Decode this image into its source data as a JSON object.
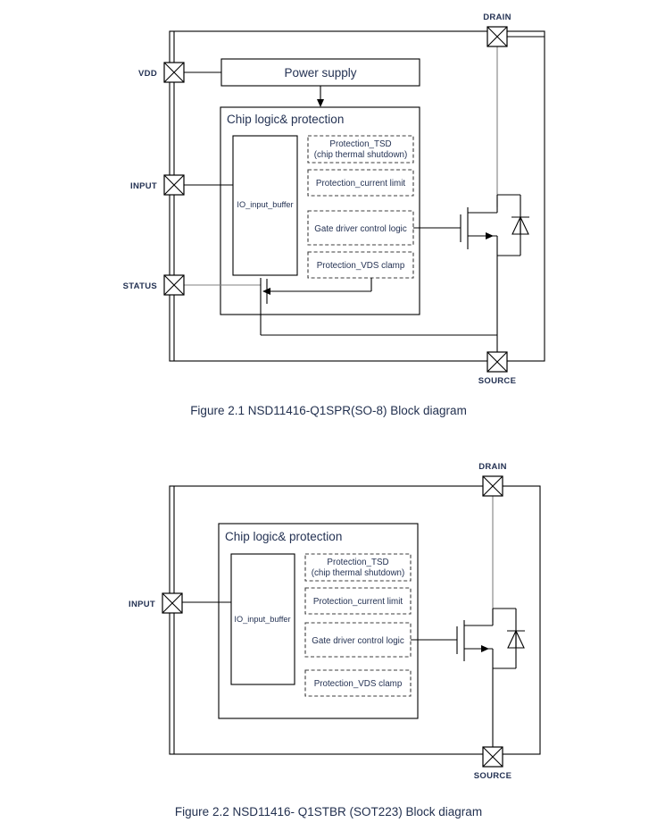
{
  "document": {
    "figures": [
      {
        "id": "fig-2-1",
        "caption": "Figure 2.1 NSD11416-Q1SPR(SO-8) Block diagram",
        "pins": {
          "vdd": "VDD",
          "input": "INPUT",
          "status": "STATUS",
          "drain": "DRAIN",
          "source": "SOURCE"
        },
        "blocks": {
          "power_supply": "Power supply",
          "chip_logic": "Chip logic& protection",
          "io_buffer": "IO_input_buffer",
          "tsd_line1": "Protection_TSD",
          "tsd_line2": "(chip thermal shutdown)",
          "current_limit": "Protection_current limit",
          "gate_driver": "Gate driver control logic",
          "vds_clamp": "Protection_VDS clamp"
        }
      },
      {
        "id": "fig-2-2",
        "caption": "Figure 2.2 NSD11416- Q1STBR (SOT223) Block diagram",
        "pins": {
          "input": "INPUT",
          "drain": "DRAIN",
          "source": "SOURCE"
        },
        "blocks": {
          "chip_logic": "Chip logic& protection",
          "io_buffer": "IO_input_buffer",
          "tsd_line1": "Protection_TSD",
          "tsd_line2": "(chip thermal shutdown)",
          "current_limit": "Protection_current limit",
          "gate_driver": "Gate driver control logic",
          "vds_clamp": "Protection_VDS clamp"
        }
      }
    ],
    "colors": {
      "text": "#243253",
      "line": "#000000",
      "line_muted": "#808080",
      "background": "#ffffff"
    }
  }
}
